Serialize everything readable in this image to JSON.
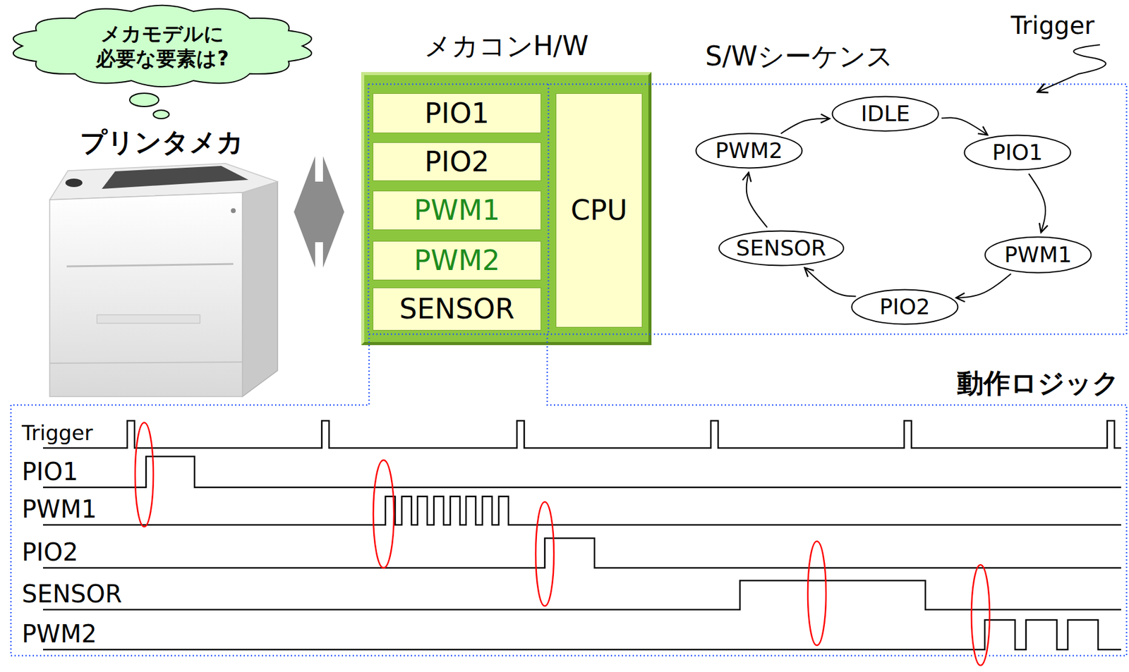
{
  "diagram": {
    "nodes": [
      {
        "text": [
          "メカモデルに 必要な要素は?"
        ]
      },
      {
        "text": [
          "メカコンH/W"
        ]
      },
      {
        "text": [
          "PIO1"
        ],
        "in": 1
      },
      {
        "text": [
          "PIO2"
        ],
        "in": 1
      },
      {
        "text": [
          "PWM1"
        ],
        "in": 1
      },
      {
        "text": [
          "PWM2"
        ],
        "in": 1
      },
      {
        "text": [
          "SENSOR"
        ],
        "in": 1
      },
      {
        "text": [
          "CPU"
        ],
        "in": 1
      },
      {
        "text": [
          "IDLE"
        ]
      },
      {
        "text": [
          "PIO1"
        ]
      },
      {
        "text": [
          "PWM1"
        ]
      },
      {
        "text": [
          "PIO2"
        ]
      },
      {
        "text": [
          "SENSOR"
        ]
      },
      {
        "text": [
          "PWM2"
        ]
      }
    ],
    "edges": [
      {
        "from": 8,
        "to": 9,
        "arrow": "to"
      },
      {
        "from": 9,
        "to": 10,
        "arrow": "to"
      },
      {
        "from": 10,
        "to": 11,
        "arrow": "to"
      },
      {
        "from": 11,
        "to": 12,
        "arrow": "to"
      },
      {
        "from": 12,
        "to": 13,
        "arrow": "to"
      },
      {
        "from": 13,
        "to": 8,
        "arrow": "to"
      }
    ],
    "labels": [
      "プリンタメカ",
      "S/Wシーケンス",
      "Trigger",
      "動作ロジック",
      "Trigger",
      "PIO1",
      "PWM1",
      "PIO2",
      "SENSOR",
      "PWM2"
    ]
  }
}
